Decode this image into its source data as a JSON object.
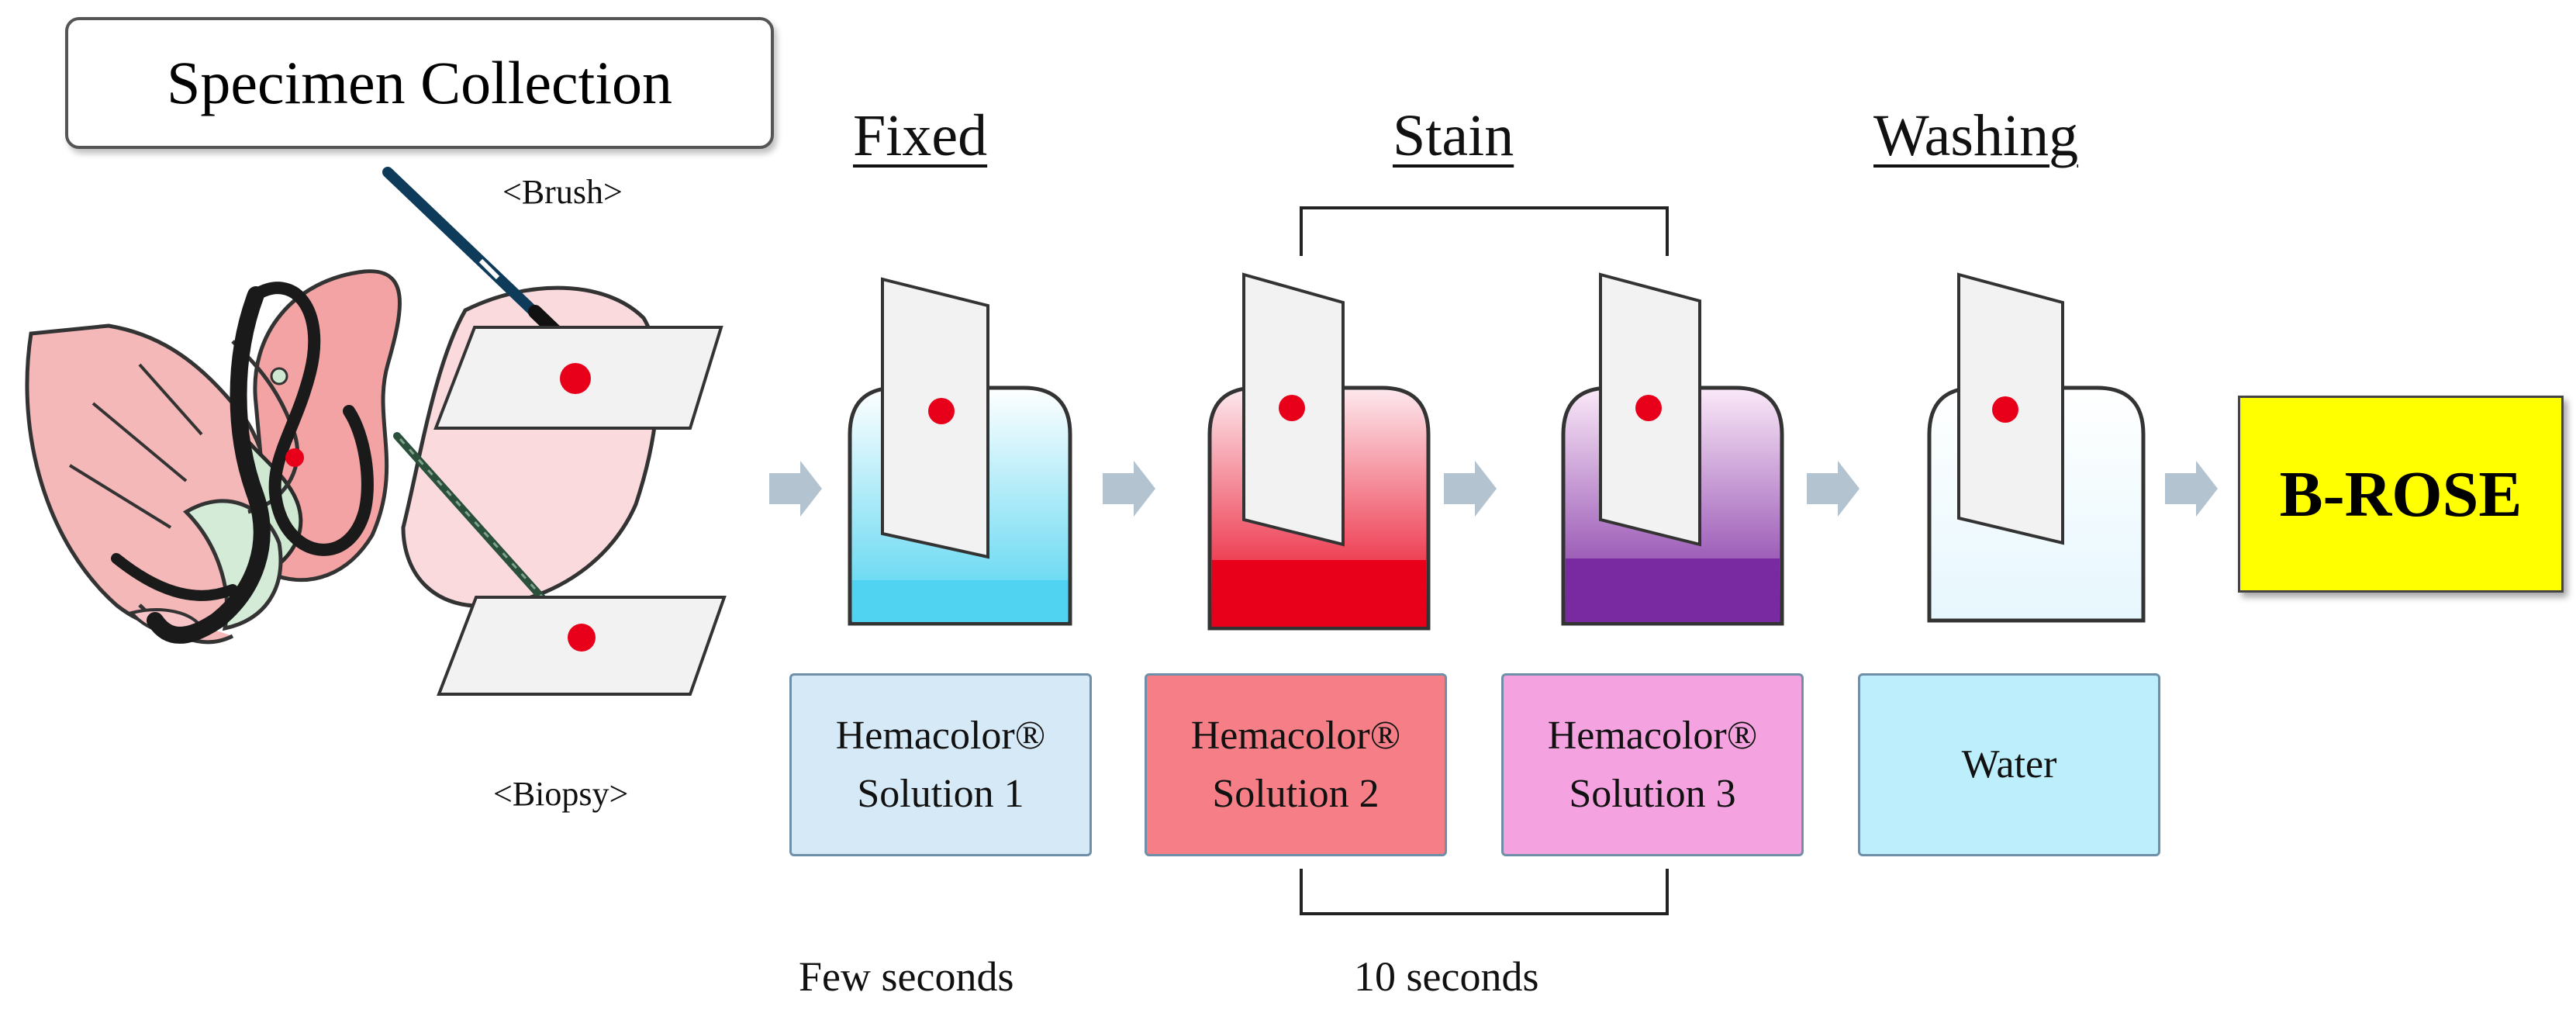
{
  "specimen_collection": "Specimen Collection",
  "brush_label": "<Brush>",
  "biopsy_label": "<Biopsy>",
  "steps": {
    "fixed": "Fixed",
    "stain": "Stain",
    "washing": "Washing"
  },
  "solutions": [
    {
      "line1": "Hemacolor®",
      "line2": "Solution 1",
      "color": "#d6e9f7"
    },
    {
      "line1": "Hemacolor®",
      "line2": "Solution 2",
      "color": "#f57e87"
    },
    {
      "line1": "Hemacolor®",
      "line2": "Solution 3",
      "color": "#f4a2e0"
    },
    {
      "line1": "Water",
      "line2": "",
      "color": "#bdeefb"
    }
  ],
  "durations": {
    "fixed": "Few seconds",
    "stain": "10 seconds"
  },
  "result": "B-ROSE",
  "colors": {
    "fix_liquid": "#4fd3f0",
    "stain2_liquid": "#e8001a",
    "stain3_liquid": "#7a2aa0",
    "arrow": "#b3c3cf",
    "result_bg": "#ffff00",
    "specimen_spot": "#e8001a"
  }
}
